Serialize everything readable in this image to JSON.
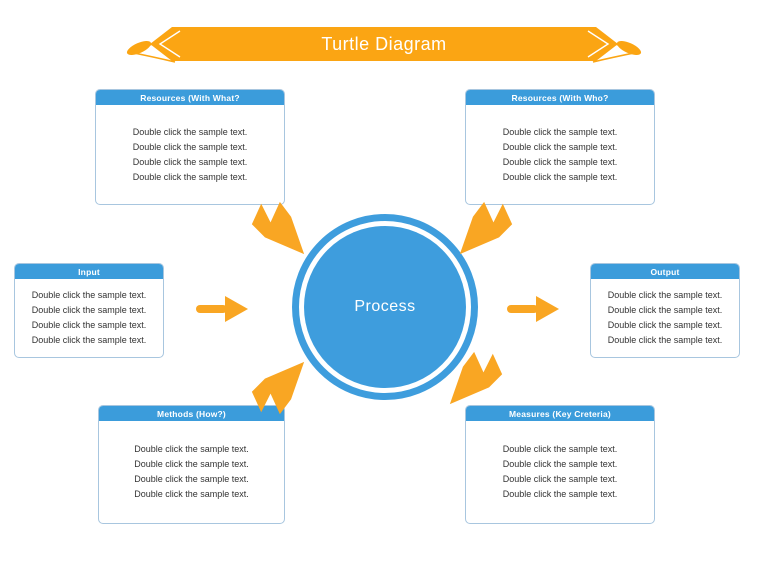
{
  "banner": {
    "title": "Turtle Diagram"
  },
  "center": {
    "label": "Process"
  },
  "boxes": {
    "resources_what": {
      "title": "Resources (With What?",
      "lines": [
        "Double click the sample text.",
        "Double click the sample text.",
        "Double click the sample text.",
        "Double click the sample text."
      ]
    },
    "resources_who": {
      "title": "Resources (With Who?",
      "lines": [
        "Double click the sample text.",
        "Double click the sample text.",
        "Double click the sample text.",
        "Double click the sample text."
      ]
    },
    "input": {
      "title": "Input",
      "lines": [
        "Double click the sample text.",
        "Double click the sample text.",
        "Double click the sample text.",
        "Double click the sample text."
      ]
    },
    "output": {
      "title": "Output",
      "lines": [
        "Double click the sample text.",
        "Double click the sample text.",
        "Double click the sample text.",
        "Double click the sample text."
      ]
    },
    "methods": {
      "title": "Methods (How?)",
      "lines": [
        "Double click the sample text.",
        "Double click the sample text.",
        "Double click the sample text.",
        "Double click the sample text."
      ]
    },
    "measures": {
      "title": "Measures (Key Creteria)",
      "lines": [
        "Double click the sample text.",
        "Double click the sample text.",
        "Double click the sample text.",
        "Double click the sample text."
      ]
    }
  },
  "colors": {
    "banner_orange": "#fba513",
    "arrow_orange": "#f9a623",
    "header_blue": "#3b9cdb",
    "circle_blue": "#3e9ddd",
    "box_border": "#a8c6df",
    "body_text": "#333333",
    "header_text": "#ffffff"
  }
}
